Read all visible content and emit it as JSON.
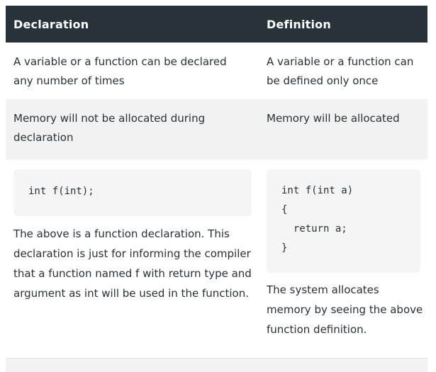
{
  "table": {
    "headers": {
      "left": "Declaration",
      "right": "Definition"
    },
    "rows": [
      {
        "left": "A variable or a function can be declared any number of times",
        "right": "A variable or a function can be defined only once"
      },
      {
        "left": "Memory will not be allocated during declaration",
        "right": "Memory will be allocated"
      }
    ],
    "code_row": {
      "left_code": "int f(int);",
      "left_text": "The above is a function declaration. This declaration is just for informing the compiler that a function named f with return type and argument as int will be used in the function.",
      "right_code": "int f(int a)\n{\n  return a;\n}",
      "right_text": "The system allocates memory by seeing the above function definition."
    }
  }
}
